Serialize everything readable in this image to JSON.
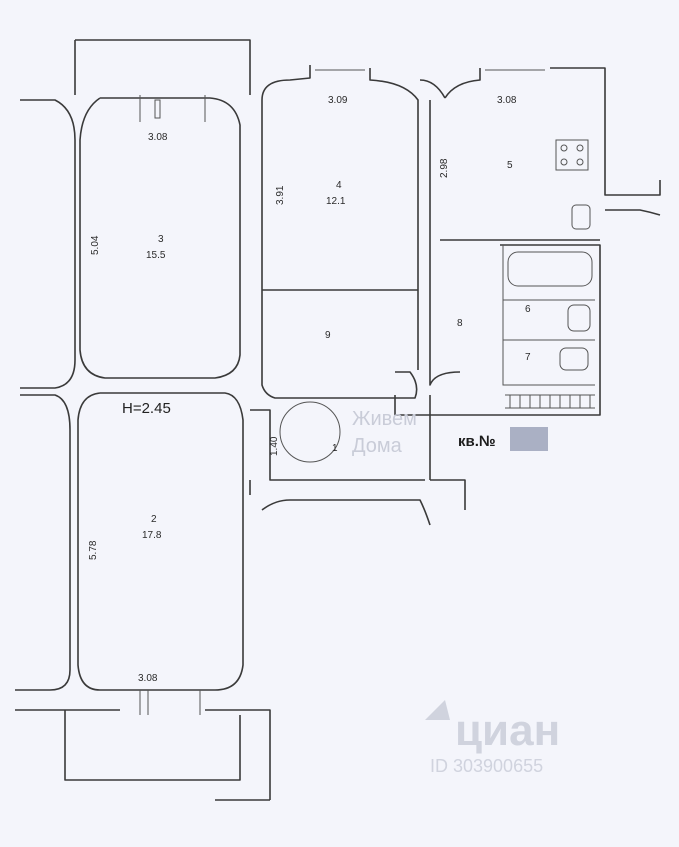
{
  "plan": {
    "height_label": "H=2.45",
    "apartment_label": "кв.№",
    "rooms": [
      {
        "id": "1",
        "area": ""
      },
      {
        "id": "2",
        "area": "17.8"
      },
      {
        "id": "3",
        "area": "15.5"
      },
      {
        "id": "4",
        "area": "12.1"
      },
      {
        "id": "5",
        "area": ""
      },
      {
        "id": "6",
        "area": ""
      },
      {
        "id": "7",
        "area": ""
      },
      {
        "id": "8",
        "area": ""
      },
      {
        "id": "9",
        "area": ""
      }
    ],
    "dimensions": {
      "room3_width": "3.08",
      "room3_height": "5.04",
      "room4_width": "3.09",
      "room4_height": "3.91",
      "room5_width": "3.08",
      "room5_height": "2.98",
      "room1_height": "1.40",
      "room2_width": "3.08",
      "room2_height": "5.78"
    }
  },
  "watermarks": {
    "agency_line1": "Живем",
    "agency_line2": "Дома",
    "cian_logo": "циан",
    "listing_id": "ID 303900655"
  },
  "colors": {
    "paper": "#f4f5fb",
    "wall": "#3a3a3a",
    "watermark": "#c9ccd8"
  }
}
